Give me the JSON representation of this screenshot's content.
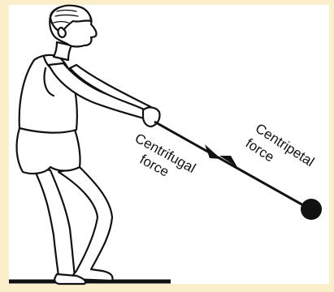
{
  "colors": {
    "page_background": "#fbeecb",
    "panel": "#ffffff",
    "ink": "#111111"
  },
  "labels": {
    "centrifugal_line1": "Centrifugal",
    "centrifugal_line2": "force",
    "centripetal_line1": "Centripetal",
    "centripetal_line2": "force"
  },
  "figure": {
    "subject": "person swinging a ball on a rope",
    "icons": [
      "hammer-thrower-figure",
      "ball-icon",
      "rope-line",
      "arrowhead-icon"
    ]
  }
}
